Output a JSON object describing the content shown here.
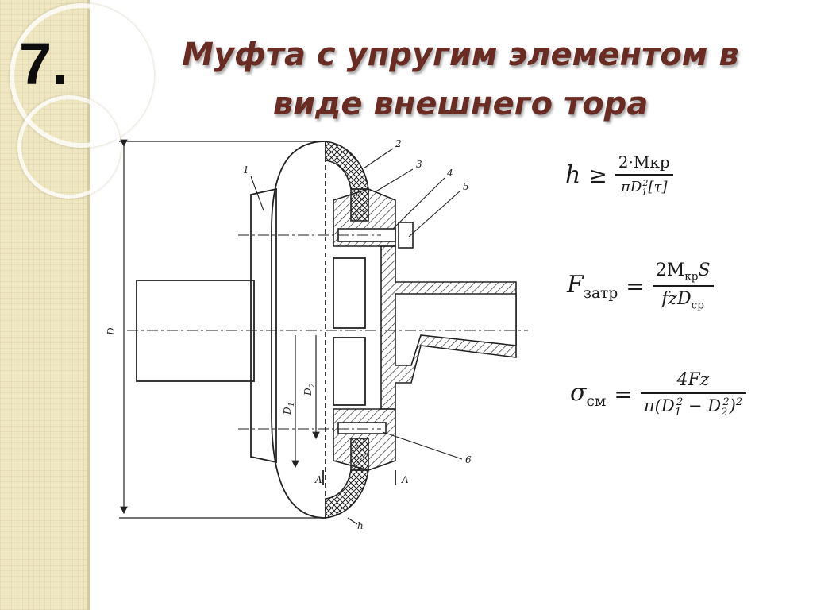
{
  "slide": {
    "number": "7.",
    "title_line1": "Муфта с упругим элементом в",
    "title_line2": "виде внешнего тора"
  },
  "drawing": {
    "labels": {
      "part1": "1",
      "part2": "2",
      "part3": "3",
      "part4": "4",
      "part5": "5",
      "part6": "6",
      "dim_D": "D",
      "dim_D1": "D",
      "dim_D1_sub": "1",
      "dim_D2": "D",
      "dim_D2_sub": "2",
      "section_left": "A",
      "section_right": "A",
      "thickness": "h"
    }
  },
  "formulas": {
    "f1": {
      "lhs": "h",
      "op": "≥",
      "num": "2·Mкр",
      "den_main": "πD",
      "den_sub": "1",
      "den_sup": "2",
      "den_tail": "[τ]"
    },
    "f2": {
      "lhs": "F",
      "lhs_sub": "затр",
      "op": "=",
      "num_a": "2M",
      "num_sub": "кр",
      "num_b": "S",
      "den_a": "fzD",
      "den_sub": "ср"
    },
    "f3": {
      "lhs": "σ",
      "lhs_sub": "см",
      "op": "=",
      "num": "4Fz",
      "den_a": "π(D",
      "den_sub1": "1",
      "den_sup1": "2",
      "den_mid": " − D",
      "den_sub2": "2",
      "den_sup2": "2",
      "den_tail": ")",
      "den_sup3": "2"
    }
  },
  "colors": {
    "title": "#6a2b22",
    "side_strip": "#efe7c2"
  }
}
